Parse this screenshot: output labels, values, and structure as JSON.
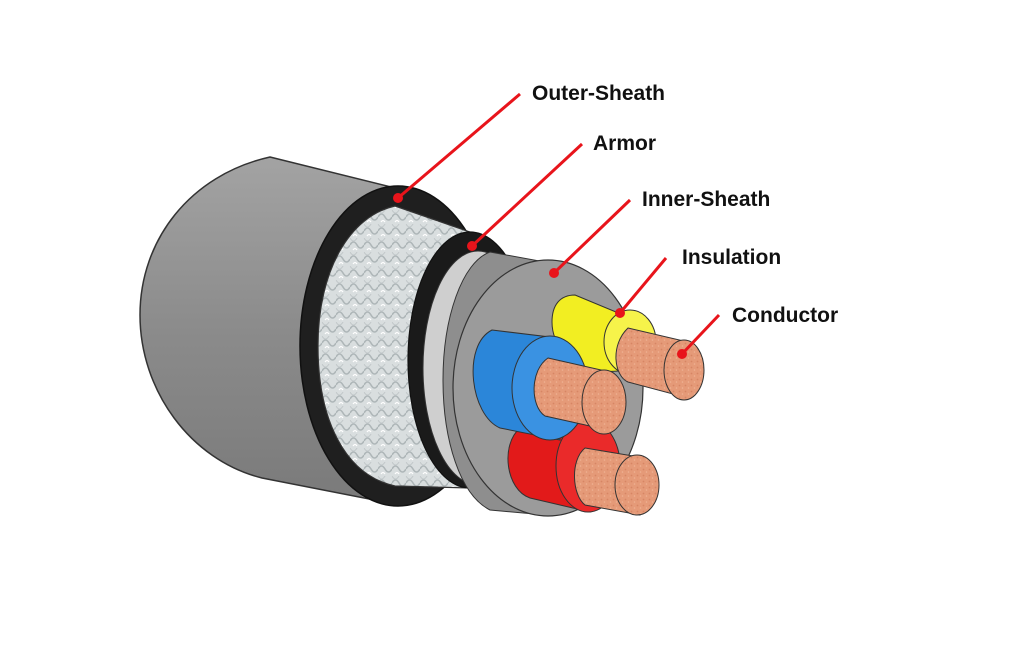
{
  "labels": {
    "outer_sheath": "Outer-Sheath",
    "armor": "Armor",
    "inner_sheath": "Inner-Sheath",
    "insulation": "Insulation",
    "conductor": "Conductor"
  },
  "colors": {
    "pointer": "#e8141b",
    "outer_sheath": "#8f8f8f",
    "outer_face": "#1f1f1f",
    "armor": "#d9dedf",
    "inner_sheath": "#9b9b9b",
    "insulation_blue": "#2b86d9",
    "insulation_yellow": "#f2ee22",
    "insulation_red": "#e21a1a",
    "copper": "#e59a78"
  }
}
